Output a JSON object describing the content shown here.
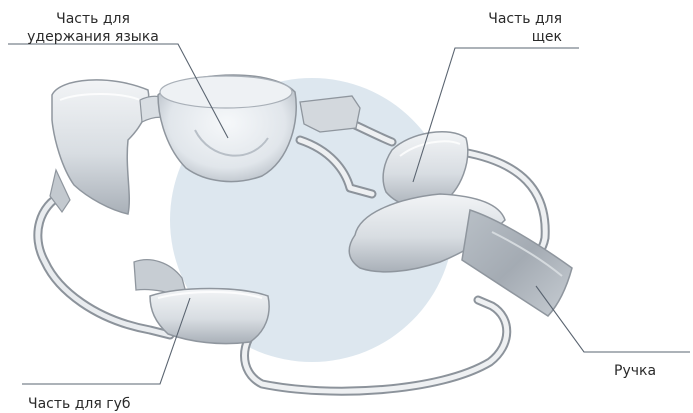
{
  "labels": {
    "tongue_part": [
      "Часть для",
      "удержания языка"
    ],
    "cheek_part": [
      "Часть для",
      "щек"
    ],
    "handle": "Ручка",
    "lip_part": "Часть для губ"
  },
  "colors": {
    "background": "#ffffff",
    "circle": "#dde7ef",
    "plastic_fill": "#e4e8ec",
    "plastic_shade": "#a9b0b8",
    "plastic_outline": "#8f969e",
    "wire": "#c9ced4",
    "wire_outline": "#8c939b",
    "leader_line": "#5a6470",
    "text": "#2a2a2a"
  }
}
